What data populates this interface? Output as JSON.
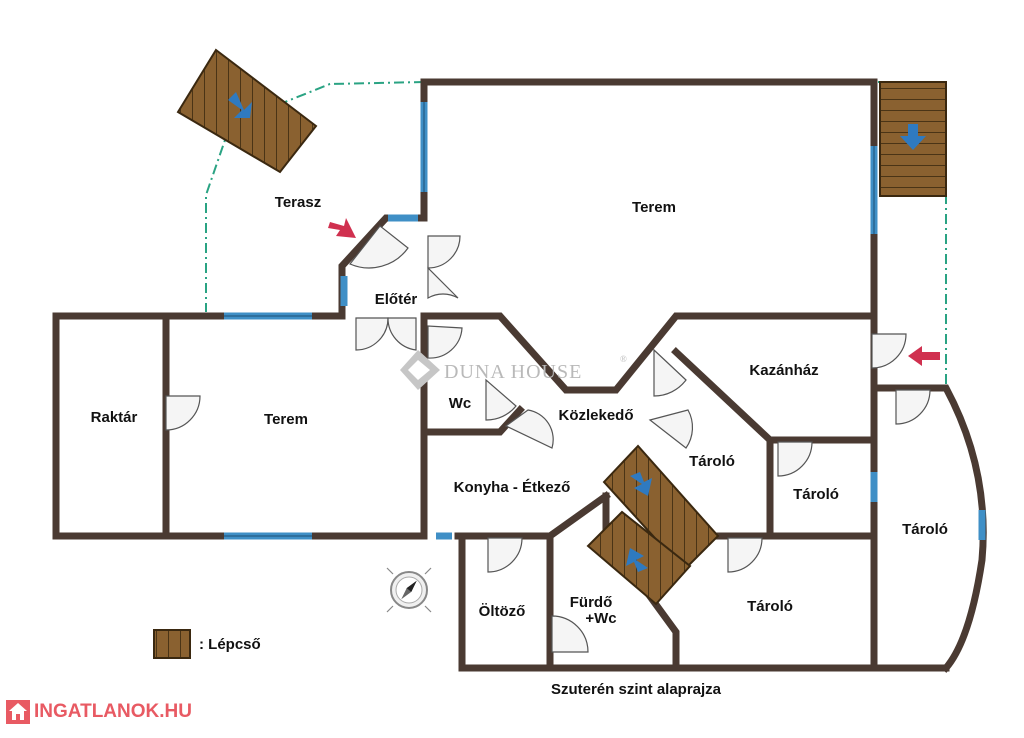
{
  "rooms": {
    "terasz": "Terasz",
    "terem_main": "Terem",
    "eloter": "Előtér",
    "raktar": "Raktár",
    "terem_left": "Terem",
    "kazanhaz": "Kazánház",
    "wc": "Wc",
    "kozlekedo": "Közlekedő",
    "tarolo_center": "Tároló",
    "tarolo_small": "Tároló",
    "tarolo_right": "Tároló",
    "konyha": "Konyha - Étkező",
    "oltozo": "Öltöző",
    "furdo_line1": "Fürdő",
    "furdo_line2": "+Wc",
    "tarolo_bottom": "Tároló"
  },
  "legend": {
    "label": ": Lépcső"
  },
  "caption": "Szuterén szint alaprajza",
  "watermark": {
    "brand": "DUNA HOUSE",
    "mark": "®"
  },
  "site_badge": {
    "text": "INGATLANOK.HU"
  },
  "colors": {
    "wall": "#4a3a32",
    "window": "#3f8fc6",
    "stairs": "#8a6130",
    "terrace_line": "#2aa383",
    "entry_arrow": "#d0304f",
    "badge": "#e85a63"
  },
  "icons": [
    "compass-icon",
    "stairs-icon",
    "entry-arrow-icon",
    "stair-direction-arrow-icon",
    "house-icon"
  ]
}
